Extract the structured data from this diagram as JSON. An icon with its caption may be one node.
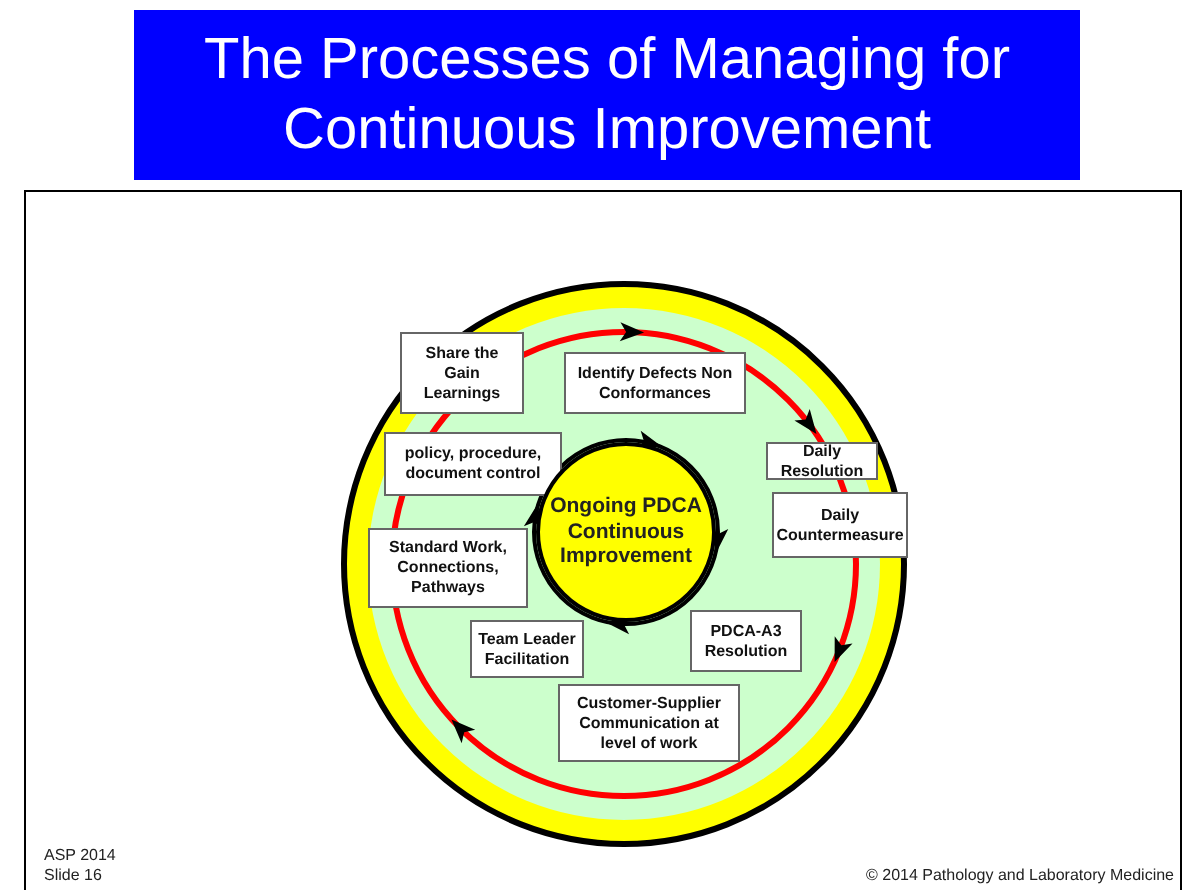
{
  "diagram": {
    "title": "The Processes of Managing for Continuous Improvement",
    "nodes": [
      {
        "text": [
          "Share the Gain Learnings"
        ]
      },
      {
        "text": [
          "Identify Defects Non Conformances"
        ]
      },
      {
        "text": [
          "policy, procedure, document control"
        ]
      },
      {
        "text": [
          "Daily Resolution"
        ]
      },
      {
        "text": [
          "Ongoing PDCA Continuous Improvement"
        ]
      },
      {
        "text": [
          "Daily Countermeasure"
        ]
      },
      {
        "text": [
          "Standard Work, Connections, Pathways"
        ]
      },
      {
        "text": [
          "PDCA-A3 Resolution"
        ]
      },
      {
        "text": [
          "Team Leader Facilitation"
        ]
      },
      {
        "text": [
          "Customer-Supplier Communication at level of work"
        ]
      }
    ],
    "edges": [],
    "labels": [
      "ASP 2014",
      "Slide 16",
      "© 2014 Pathology and Laboratory Medicine"
    ]
  }
}
